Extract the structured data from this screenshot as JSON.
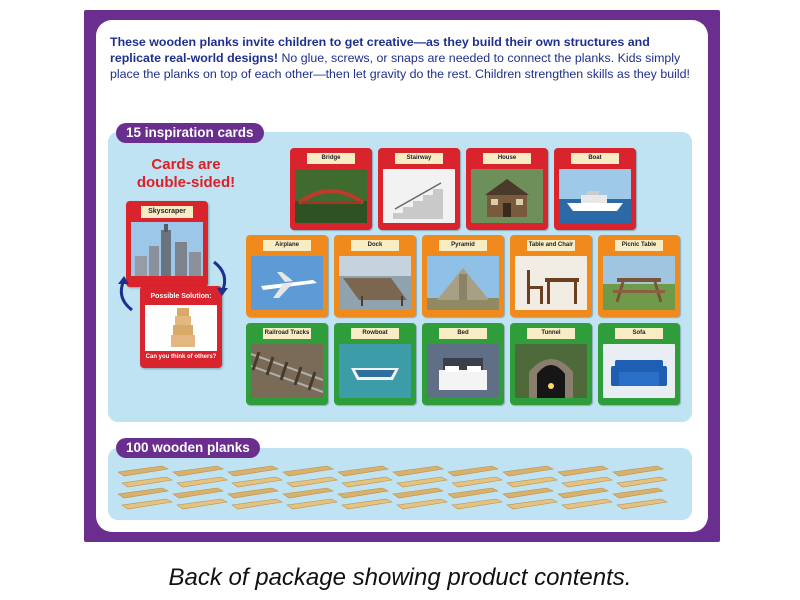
{
  "intro": {
    "bold": "These wooden planks invite children to get creative—as they build their own structures and replicate real-world designs!",
    "normal": " No glue, screws, or snaps are needed to connect the planks. Kids simply place the planks on top of each other—then let gravity do the rest. Children strengthen skills as they build!"
  },
  "sections": {
    "cards_title": "15 inspiration cards",
    "planks_title": "100 wooden planks"
  },
  "note": "Cards are double-sided!",
  "example": {
    "front_label": "Skyscraper",
    "back_label": "Possible Solution:",
    "back_question": "Can you think of others?"
  },
  "cards": {
    "row1": [
      "Bridge",
      "Stairway",
      "House",
      "Boat"
    ],
    "row2": [
      "Airplane",
      "Dock",
      "Pyramid",
      "Table and Chair",
      "Picnic Table"
    ],
    "row3": [
      "Railroad Tracks",
      "Rowboat",
      "Bed",
      "Tunnel",
      "Sofa"
    ]
  },
  "caption": "Back of package showing product contents.",
  "colors": {
    "purple": "#6a2e8e",
    "blue_text": "#1f2f8f",
    "panel": "#bfe3f3",
    "red": "#d9232d",
    "orange": "#f08a1c",
    "green": "#2f9e3a"
  }
}
